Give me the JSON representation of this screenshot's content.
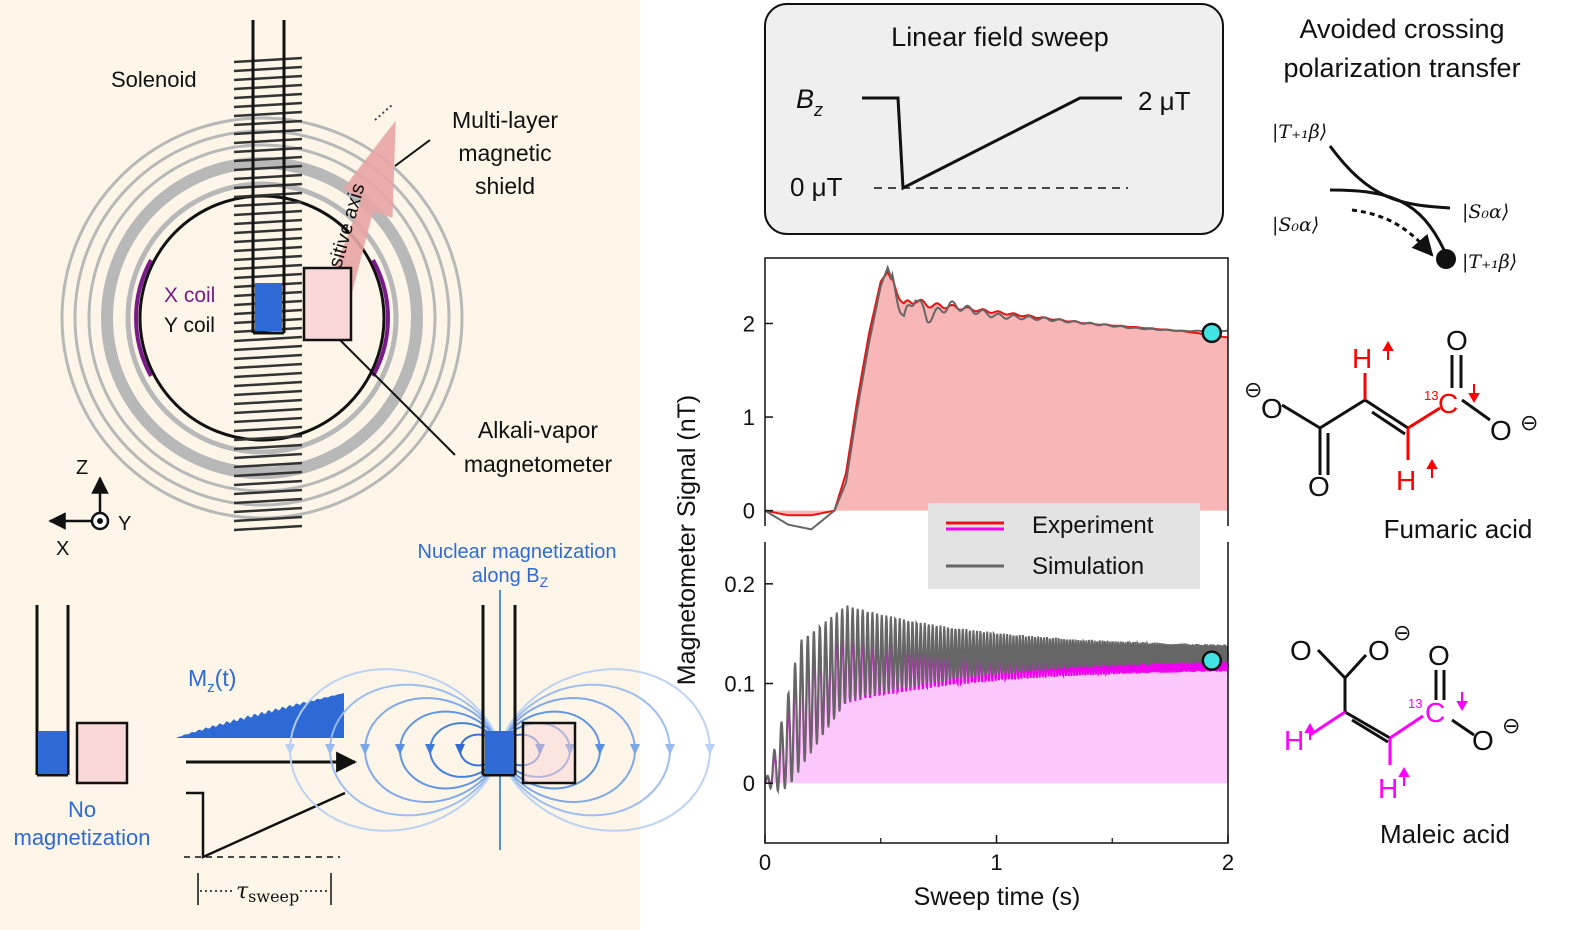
{
  "left_panel": {
    "solenoid_label": "Solenoid",
    "shield_label_1": "Multi-layer",
    "shield_label_2": "magnetic",
    "shield_label_3": "shield",
    "x_coil_label": "X coil",
    "y_coil_label": "Y coil",
    "sensitive_axis_label": "sensitive axis",
    "magnetometer_label_1": "Alkali-vapor",
    "magnetometer_label_2": "magnetometer",
    "axis_z": "Z",
    "axis_x": "X",
    "axis_y": "Y",
    "no_mag_label_1": "No",
    "no_mag_label_2": "magnetization",
    "mz_label": "M",
    "mz_sub": "z",
    "mz_tail": "(t)",
    "tau_label": "τ",
    "tau_sub": "sweep",
    "nuclear_label_1": "Nuclear magnetization",
    "nuclear_label_2": "along B",
    "nuclear_sub": "Z",
    "colors": {
      "sample_blue": "#2e6ad6",
      "sensor_pink": "#fbd8d8",
      "coil_purple": "#7a1a8a",
      "bg": "#fdf6e8"
    }
  },
  "sweep_box": {
    "title": "Linear field sweep",
    "bz_label": "B",
    "bz_sub": "z",
    "high_label": "2 μT",
    "low_label": "0 μT"
  },
  "right_panel": {
    "title_1": "Avoided crossing",
    "title_2": "polarization transfer",
    "state_t_top": "|T₊₁β⟩",
    "state_s_right": "|S₀α⟩",
    "state_s_left": "|S₀α⟩",
    "state_t_bottom": "|T₊₁β⟩",
    "fumaric_label": "Fumaric acid",
    "maleic_label": "Maleic acid",
    "atom_h": "H",
    "atom_o": "O",
    "atom_c": "C",
    "iso13": "13",
    "minus": "⊖",
    "colors": {
      "fumaric": "#ff0000",
      "maleic": "#ff00ff"
    }
  },
  "chart_data": {
    "type": "line",
    "xlabel": "Sweep time (s)",
    "ylabel": "Magnetometer Signal (nT)",
    "xlim": [
      0,
      2
    ],
    "x_ticks": [
      0,
      1,
      2
    ],
    "x_tick_labels": [
      "0",
      "1",
      "2"
    ],
    "panels": [
      {
        "name": "fumaric",
        "ylim": [
          -0.25,
          2.7
        ],
        "y_ticks": [
          0,
          1,
          2
        ],
        "y_tick_labels": [
          "0",
          "1",
          "2"
        ],
        "end_marker": [
          1.93,
          1.9
        ],
        "series": [
          {
            "name": "Experiment",
            "color": "#ee1111",
            "fill": "#f9b6b6",
            "x": [
              0,
              0.1,
              0.2,
              0.3,
              0.35,
              0.4,
              0.45,
              0.5,
              0.53,
              0.57,
              0.6,
              0.65,
              0.7,
              0.8,
              1.0,
              1.2,
              1.4,
              1.6,
              1.8,
              2.0
            ],
            "y": [
              0,
              -0.05,
              -0.05,
              0.0,
              0.4,
              1.2,
              1.9,
              2.45,
              2.55,
              2.35,
              2.2,
              2.25,
              2.2,
              2.18,
              2.12,
              2.06,
              2.0,
              1.96,
              1.92,
              1.85
            ]
          },
          {
            "name": "Simulation",
            "color": "#666666",
            "x": [
              0,
              0.1,
              0.2,
              0.3,
              0.35,
              0.4,
              0.45,
              0.5,
              0.53,
              0.57,
              0.6,
              0.65,
              0.7,
              0.8,
              1.0,
              1.2,
              1.4,
              1.6,
              1.8,
              2.0
            ],
            "y": [
              0,
              -0.15,
              -0.2,
              0.0,
              0.3,
              1.1,
              1.8,
              2.4,
              2.6,
              2.3,
              2.05,
              2.3,
              2.05,
              2.2,
              2.08,
              2.05,
              2.0,
              1.95,
              1.92,
              1.92
            ]
          }
        ]
      },
      {
        "name": "maleic",
        "ylim": [
          -0.06,
          0.25
        ],
        "y_ticks": [
          0,
          0.1,
          0.2
        ],
        "y_tick_labels": [
          "0",
          "0.1",
          "0.2"
        ],
        "end_marker": [
          1.93,
          0.123
        ],
        "series": [
          {
            "name": "Experiment",
            "color": "#ee00ee",
            "fill": "#fcc8fc",
            "envelope_mean": 0.13,
            "start_amplitude": 0.06,
            "end_amplitude": 0.005
          },
          {
            "name": "Simulation",
            "color": "#666666",
            "envelope_mean": 0.13,
            "start_amplitude": 0.075,
            "end_amplitude": 0.006
          }
        ]
      }
    ],
    "legend": {
      "placement": "center-right",
      "entries": [
        "Experiment",
        "Simulation"
      ]
    }
  }
}
